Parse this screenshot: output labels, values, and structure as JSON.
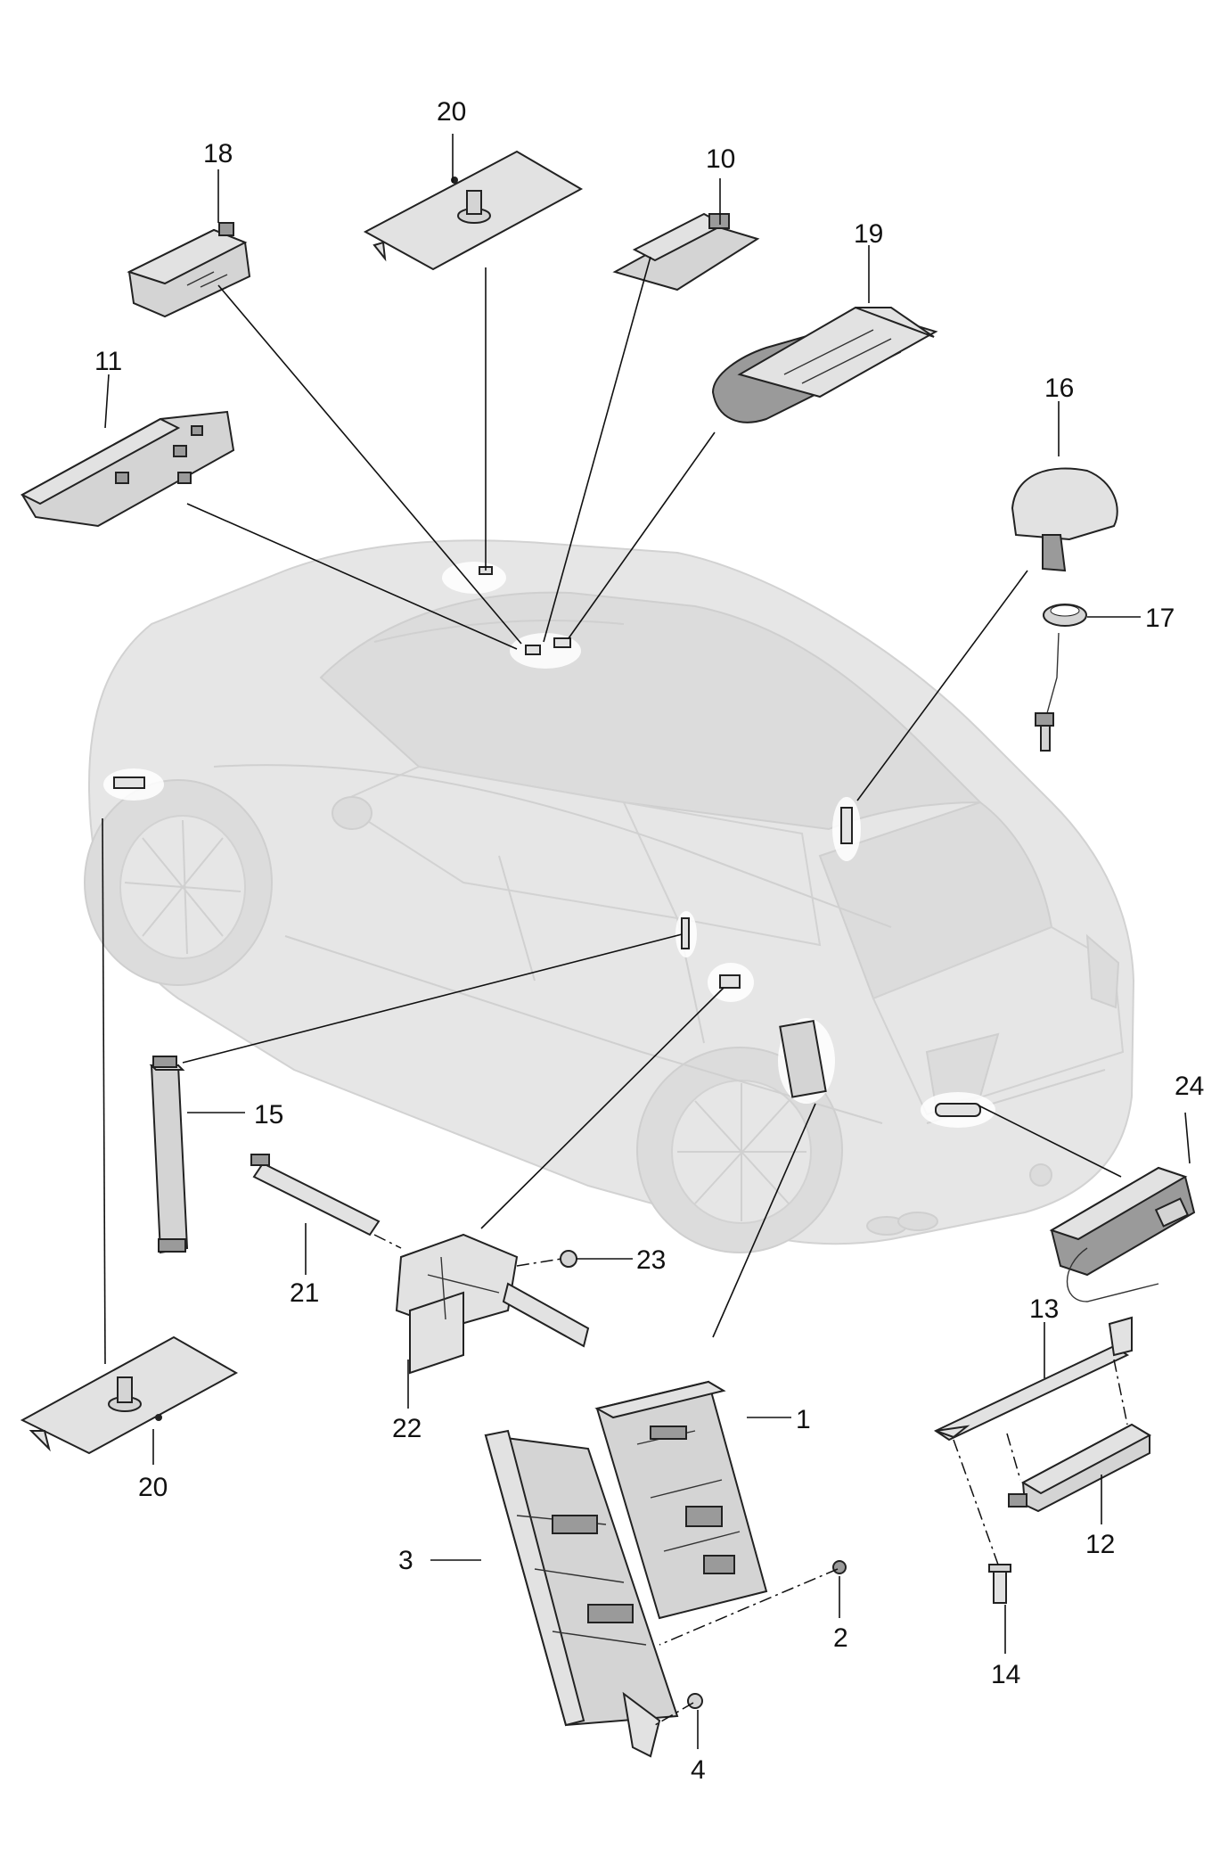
{
  "callouts": [
    {
      "id": "20-top",
      "label": "20"
    },
    {
      "id": "18",
      "label": "18"
    },
    {
      "id": "10",
      "label": "10"
    },
    {
      "id": "19",
      "label": "19"
    },
    {
      "id": "11",
      "label": "11"
    },
    {
      "id": "16",
      "label": "16"
    },
    {
      "id": "17",
      "label": "17"
    },
    {
      "id": "15",
      "label": "15"
    },
    {
      "id": "24",
      "label": "24"
    },
    {
      "id": "23",
      "label": "23"
    },
    {
      "id": "21",
      "label": "21"
    },
    {
      "id": "22",
      "label": "22"
    },
    {
      "id": "13",
      "label": "13"
    },
    {
      "id": "1",
      "label": "1"
    },
    {
      "id": "20-bottom",
      "label": "20"
    },
    {
      "id": "12",
      "label": "12"
    },
    {
      "id": "3",
      "label": "3"
    },
    {
      "id": "2",
      "label": "2"
    },
    {
      "id": "14",
      "label": "14"
    },
    {
      "id": "4",
      "label": "4"
    }
  ]
}
